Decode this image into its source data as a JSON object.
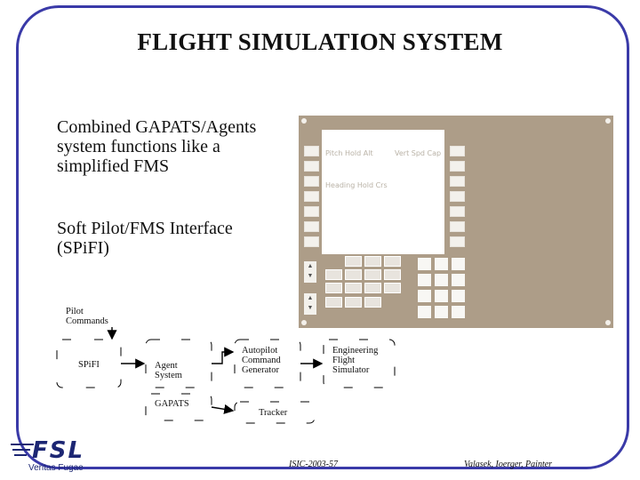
{
  "slide": {
    "title": "FLIGHT SIMULATION SYSTEM",
    "bullet_glyph": "",
    "bullets": [
      {
        "lines": [
          "Combined GAPATS/Agents",
          "system functions like a",
          "simplified FMS"
        ]
      },
      {
        "lines": [
          "Soft Pilot/FMS Interface",
          "(SPiFI)"
        ]
      }
    ]
  },
  "fms_panel": {
    "colors": {
      "bezel": "#ad9d88",
      "screen": "#ffffff",
      "button": "#f3f1ec"
    },
    "screen_lines": [
      "Pitch Hold Alt",
      "Vert Spd Cap",
      "Heading Hold Crs"
    ],
    "arrow_up": "▲",
    "arrow_down": "▼",
    "keypad_labels": [
      "",
      "",
      "",
      "",
      "",
      "",
      "",
      "",
      "",
      "",
      "",
      "",
      "",
      "",
      "",
      "",
      "",
      "",
      ""
    ]
  },
  "diagram": {
    "pilot_commands": [
      "Pilot",
      "Commands"
    ],
    "spifi": "SPiFI",
    "agent_system": [
      "Agent",
      "System"
    ],
    "gapats": "GAPATS",
    "autopilot": [
      "Autopilot",
      "Command",
      "Generator"
    ],
    "engineering": [
      "Engineering",
      "Flight",
      "Simulator"
    ],
    "tracker": "Tracker"
  },
  "footer": {
    "logo_text": "FSL",
    "logo_subtitle": "Veritas Fugae",
    "code": "ISIC-2003-57",
    "authors": "Valasek, Ioerger, Painter"
  }
}
